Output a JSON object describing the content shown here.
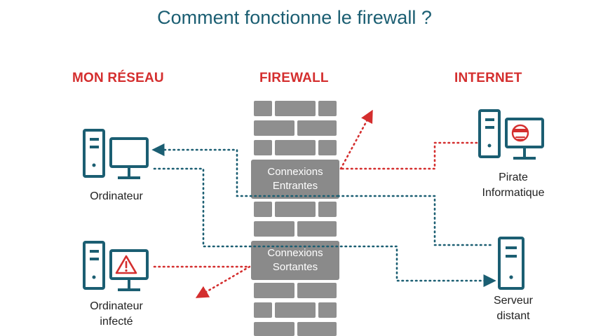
{
  "title": "Comment fonctionne le firewall ?",
  "columns": {
    "left": "MON RÉSEAU",
    "middle": "FIREWALL",
    "right": "INTERNET"
  },
  "nodes": {
    "ordinateur": "Ordinateur",
    "ordinateur_infecte": [
      "Ordinateur",
      "infecté"
    ],
    "pirate": [
      "Pirate",
      "Informatique"
    ],
    "serveur": [
      "Serveur",
      "distant"
    ]
  },
  "firewall": {
    "incoming": [
      "Connexions",
      "Entrantes"
    ],
    "outgoing": [
      "Connexions",
      "Sortantes"
    ]
  },
  "colors": {
    "teal": "#1b5e72",
    "red": "#d42e2e",
    "brick": "#8f8f8f",
    "label_box": "#8a8a8a"
  },
  "icons": {
    "computer": "desktop-computer-icon",
    "warning": "warning-triangle-icon",
    "hacker": "hacker-face-icon",
    "server": "server-tower-icon"
  }
}
